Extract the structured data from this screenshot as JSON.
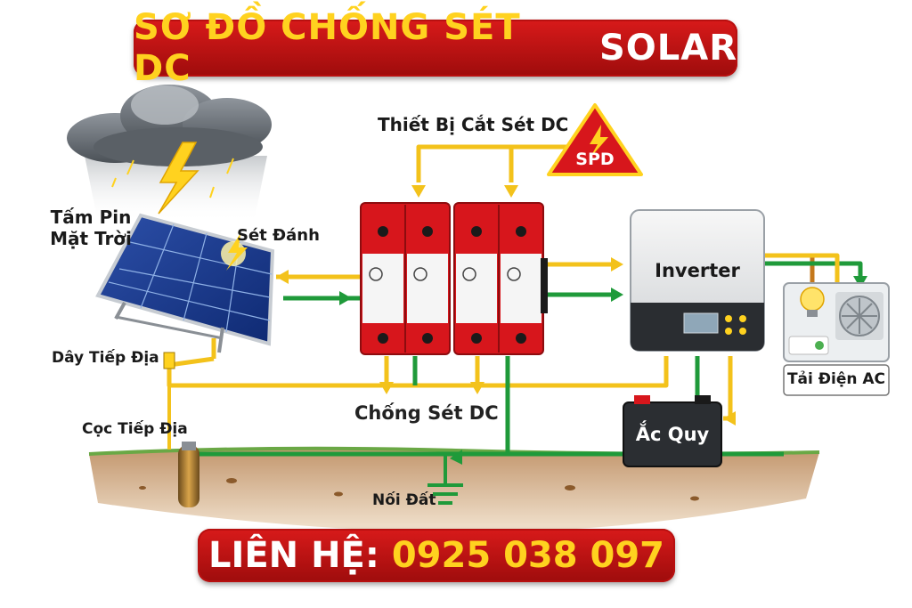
{
  "title": {
    "part1": "SƠ ĐỒ CHỐNG SÉT DC",
    "part2": "SOLAR"
  },
  "labels": {
    "panel_line1": "Tấm Pin",
    "panel_line2": "Mặt Trời",
    "lightning_strike": "Sét Đánh",
    "ground_wire": "Dây Tiếp Địa",
    "ground_rod": "Cọc Tiếp Địa",
    "dc_breaker": "Thiết Bị Cắt Sét DC",
    "spd_badge": "SPD",
    "dc_surge": "Chống Sét DC",
    "inverter": "Inverter",
    "battery": "Ắc Quy",
    "ac_load": "Tải Điện AC",
    "earth": "Nối Đất"
  },
  "contact": {
    "label": "LIÊN HỆ:",
    "phone": "0925 038 097"
  },
  "colors": {
    "banner_red": "#c4121a",
    "accent_yellow": "#ffd21f",
    "wire_yellow": "#f3c21b",
    "wire_green": "#1f9a3a",
    "spd_red": "#d7161c"
  }
}
